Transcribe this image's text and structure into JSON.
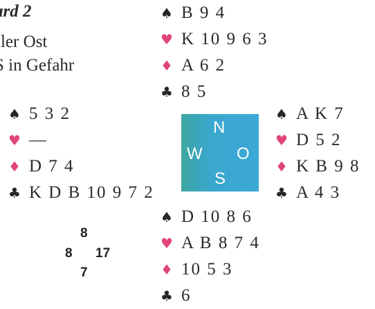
{
  "header": {
    "title": "ard 2",
    "dealer": "iler Ost",
    "vulnerability": "S in Gefahr"
  },
  "compass": {
    "north": "N",
    "west": "W",
    "east": "O",
    "south": "S",
    "color": "#3ba9d6"
  },
  "suit_colors": {
    "black": "#262626",
    "red": "#e0457b"
  },
  "hands": {
    "north": [
      {
        "suit": "spade-icon",
        "symbol": "♠",
        "cards": "B 9 4"
      },
      {
        "suit": "heart-icon",
        "symbol": "♥",
        "cards": "K 10 9 6 3"
      },
      {
        "suit": "diamond-icon",
        "symbol": "♦",
        "cards": "A 6 2"
      },
      {
        "suit": "club-icon",
        "symbol": "♣",
        "cards": "8 5"
      }
    ],
    "west": [
      {
        "suit": "spade-icon",
        "symbol": "♠",
        "cards": "5 3 2"
      },
      {
        "suit": "heart-icon",
        "symbol": "♥",
        "cards": "—"
      },
      {
        "suit": "diamond-icon",
        "symbol": "♦",
        "cards": "D 7 4"
      },
      {
        "suit": "club-icon",
        "symbol": "♣",
        "cards": "K D B 10 9 7 2"
      }
    ],
    "east": [
      {
        "suit": "spade-icon",
        "symbol": "♠",
        "cards": "A K 7"
      },
      {
        "suit": "heart-icon",
        "symbol": "♥",
        "cards": "D 5 2"
      },
      {
        "suit": "diamond-icon",
        "symbol": "♦",
        "cards": "K B 9 8"
      },
      {
        "suit": "club-icon",
        "symbol": "♣",
        "cards": "A 4 3"
      }
    ],
    "south": [
      {
        "suit": "spade-icon",
        "symbol": "♠",
        "cards": "D 10 8 6"
      },
      {
        "suit": "heart-icon",
        "symbol": "♥",
        "cards": "A B 8 7 4"
      },
      {
        "suit": "diamond-icon",
        "symbol": "♦",
        "cards": "10 5 3"
      },
      {
        "suit": "club-icon",
        "symbol": "♣",
        "cards": "6"
      }
    ]
  },
  "points": {
    "north": "8",
    "west": "8",
    "east": "17",
    "south": "7"
  }
}
